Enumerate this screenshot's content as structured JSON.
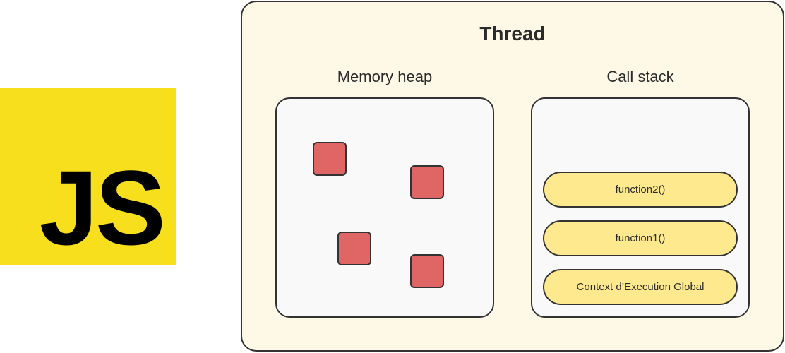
{
  "logo": {
    "text": "JS",
    "color": "#f7df1e"
  },
  "thread": {
    "title": "Thread"
  },
  "memory_heap": {
    "label": "Memory heap",
    "objects": 4,
    "object_color": "#e06666"
  },
  "call_stack": {
    "label": "Call stack",
    "frames": [
      {
        "label": "function2()"
      },
      {
        "label": "function1()"
      },
      {
        "label": "Context d’Execution Global"
      }
    ],
    "frame_color": "#ffe98e"
  }
}
